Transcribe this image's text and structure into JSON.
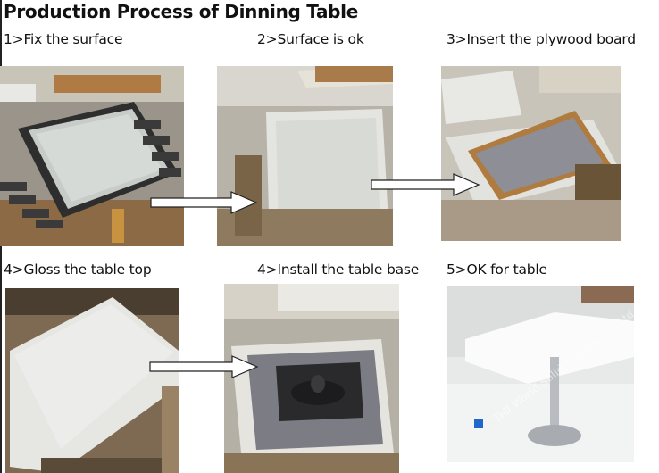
{
  "page_title": "Production Process of Dinning Table",
  "steps": [
    {
      "caption": "1>Fix the surface",
      "photo_icon": "clamped-surface-photo"
    },
    {
      "caption": "2>Surface is ok",
      "photo_icon": "finished-surface-photo"
    },
    {
      "caption": "3>Insert the plywood board",
      "photo_icon": "plywood-board-photo"
    },
    {
      "caption": "4>Gloss the table top",
      "photo_icon": "glossed-top-photo"
    },
    {
      "caption": "4>Install the table base",
      "photo_icon": "table-base-mount-photo"
    },
    {
      "caption": "5>OK for table",
      "photo_icon": "finished-table-photo"
    }
  ],
  "watermark": "Tell World Solid Surface Co.,Ltd",
  "colors": {
    "background": "#ffffff",
    "arrow": "#ffffff",
    "arrow_outline": "#222222"
  }
}
